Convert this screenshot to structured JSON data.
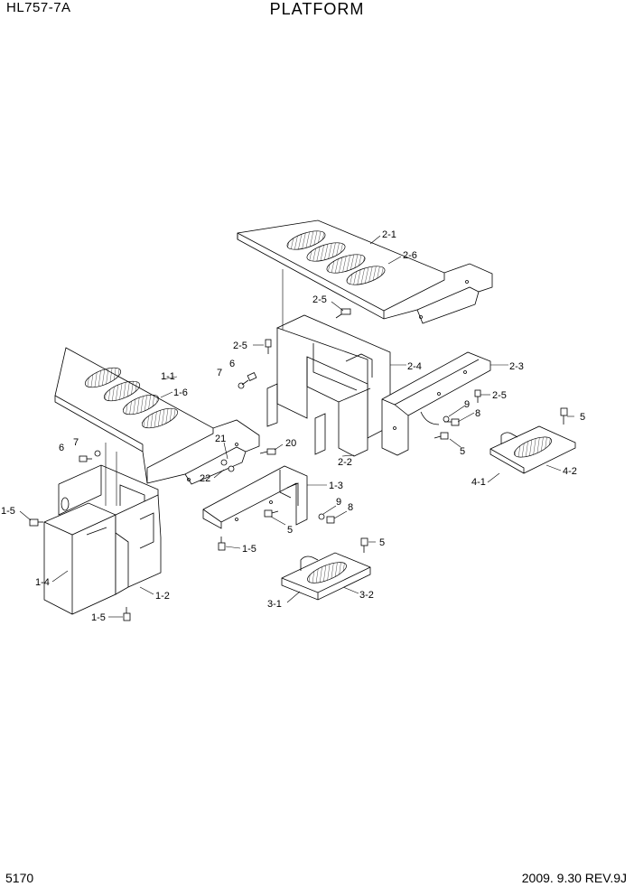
{
  "header": {
    "model": "HL757-7A",
    "title": "PLATFORM"
  },
  "footer": {
    "page": "5170",
    "date_rev": "2009. 9.30  REV.9J"
  },
  "labels": {
    "l_2_1": "2-1",
    "l_2_6": "2-6",
    "l_2_5a": "2-5",
    "l_2_5b": "2-5",
    "l_2_5c": "2-5",
    "l_2_4": "2-4",
    "l_2_3": "2-3",
    "l_2_2": "2-2",
    "l_7a": "7",
    "l_6a": "6",
    "l_1_1": "1-1",
    "l_1_6": "1-6",
    "l_9a": "9",
    "l_8a": "8",
    "l_5a": "5",
    "l_5b": "5",
    "l_21": "21",
    "l_20": "20",
    "l_22": "22",
    "l_6b": "6",
    "l_7b": "7",
    "l_1_3": "1-3",
    "l_9b": "9",
    "l_8b": "8",
    "l_5c": "5",
    "l_1_5a": "1-5",
    "l_1_5b": "1-5",
    "l_1_5c": "1-5",
    "l_4_1": "4-1",
    "l_4_2": "4-2",
    "l_1_4": "1-4",
    "l_1_2": "1-2",
    "l_5d": "5",
    "l_3_1": "3-1",
    "l_3_2": "3-2"
  }
}
